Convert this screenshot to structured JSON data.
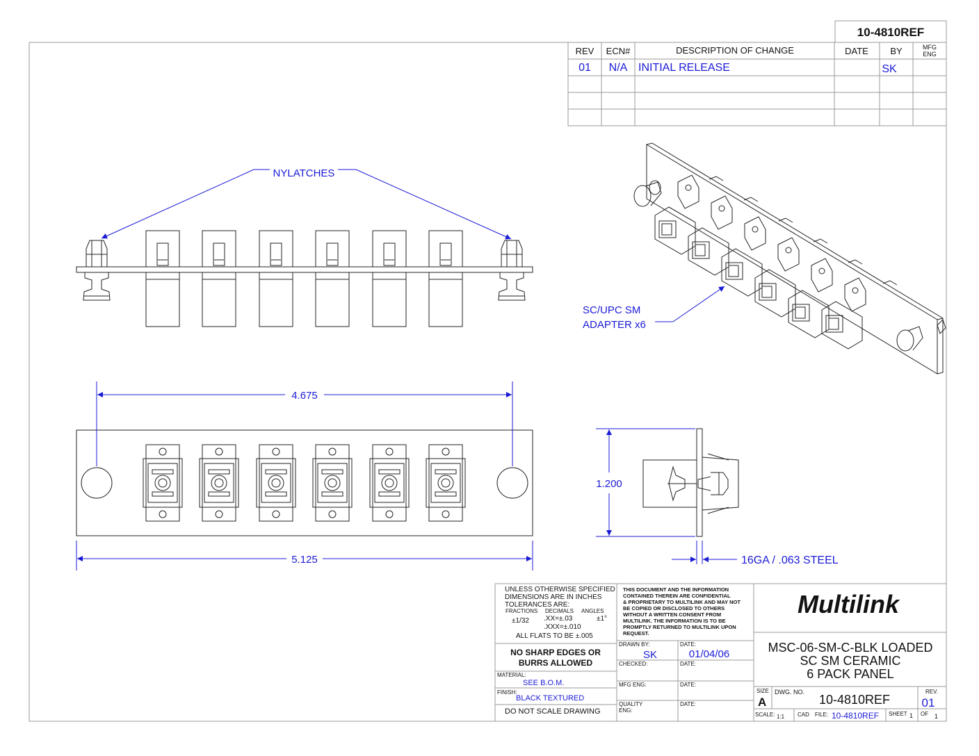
{
  "doc_number_top": "10-4810REF",
  "revision_table": {
    "headers": {
      "rev": "REV",
      "ecn": "ECN#",
      "desc": "DESCRIPTION OF CHANGE",
      "date": "DATE",
      "by": "BY",
      "mfg1": "MFG",
      "mfg2": "ENG"
    },
    "rows": [
      {
        "rev": "01",
        "ecn": "N/A",
        "desc": "INITIAL RELEASE",
        "date": "",
        "by": "SK"
      }
    ]
  },
  "callouts": {
    "nylatches": "NYLATCHES",
    "adapter_line1": "SC/UPC SM",
    "adapter_line2": "ADAPTER x6",
    "material_note": "16GA / .063 STEEL"
  },
  "dimensions": {
    "hole_spacing": "4.675",
    "panel_length": "5.125",
    "panel_height": "1.200"
  },
  "title_block": {
    "tol": {
      "l1": "UNLESS OTHERWISE SPECIFIED",
      "l2": "DIMENSIONS ARE IN INCHES",
      "l3": "TOLERANCES ARE:",
      "fractions": "FRACTIONS",
      "decimals": "DECIMALS",
      "angles": "ANGLES",
      "frac_val": "±1/32",
      "dec_xx": ".XX=±.03",
      "dec_xxx": ".XXX=±.010",
      "ang_val": "±1°",
      "flats": "ALL FLATS TO BE ±.005"
    },
    "no_sharp_1": "NO SHARP EDGES OR",
    "no_sharp_2": "BURRS ALLOWED",
    "material_label": "MATERIAL:",
    "material_value": "SEE B.O.M.",
    "finish_label": "FINISH:",
    "finish_value": "BLACK TEXTURED",
    "do_not_scale": "DO NOT SCALE DRAWING",
    "confidential": [
      "THIS DOCUMENT AND THE INFORMATION",
      "CONTAINED THEREIN ARE CONFIDENTIAL",
      "& PROPRIETARY TO MULTILINK AND MAY NOT",
      "BE COPIED OR DISCLOSED TO OTHERS",
      "WITHOUT A WRITTEN CONSENT FROM",
      "MULTILINK. THE INFORMATION IS TO BE",
      "PROMPTLY RETURNED TO MULTILINK UPON",
      "REQUEST."
    ],
    "drawn_by_label": "DRAWN BY:",
    "drawn_by_value": "SK",
    "date_label": "DATE:",
    "drawn_date": "01/04/06",
    "checked_label": "CHECKED:",
    "mfg_eng_label": "MFG ENG:",
    "quality_label1": "QUALITY",
    "quality_label2": "ENG:",
    "company": "Multilink",
    "title_1": "MSC-06-SM-C-BLK LOADED",
    "title_2": "SC SM CERAMIC",
    "title_3": "6 PACK PANEL",
    "size_label": "SIZE",
    "size_value": "A",
    "dwg_no_label": "DWG. NO.",
    "dwg_no_value": "10-4810REF",
    "rev_label": "REV.",
    "rev_value": "01",
    "scale_label": "SCALE:",
    "scale_value": "1:1",
    "cad_label": "CAD",
    "file_label": "FILE:",
    "file_value": "10-4810REF",
    "sheet_label": "SHEET",
    "sheet_value": "1",
    "of_label": "OF",
    "of_value": "1"
  }
}
